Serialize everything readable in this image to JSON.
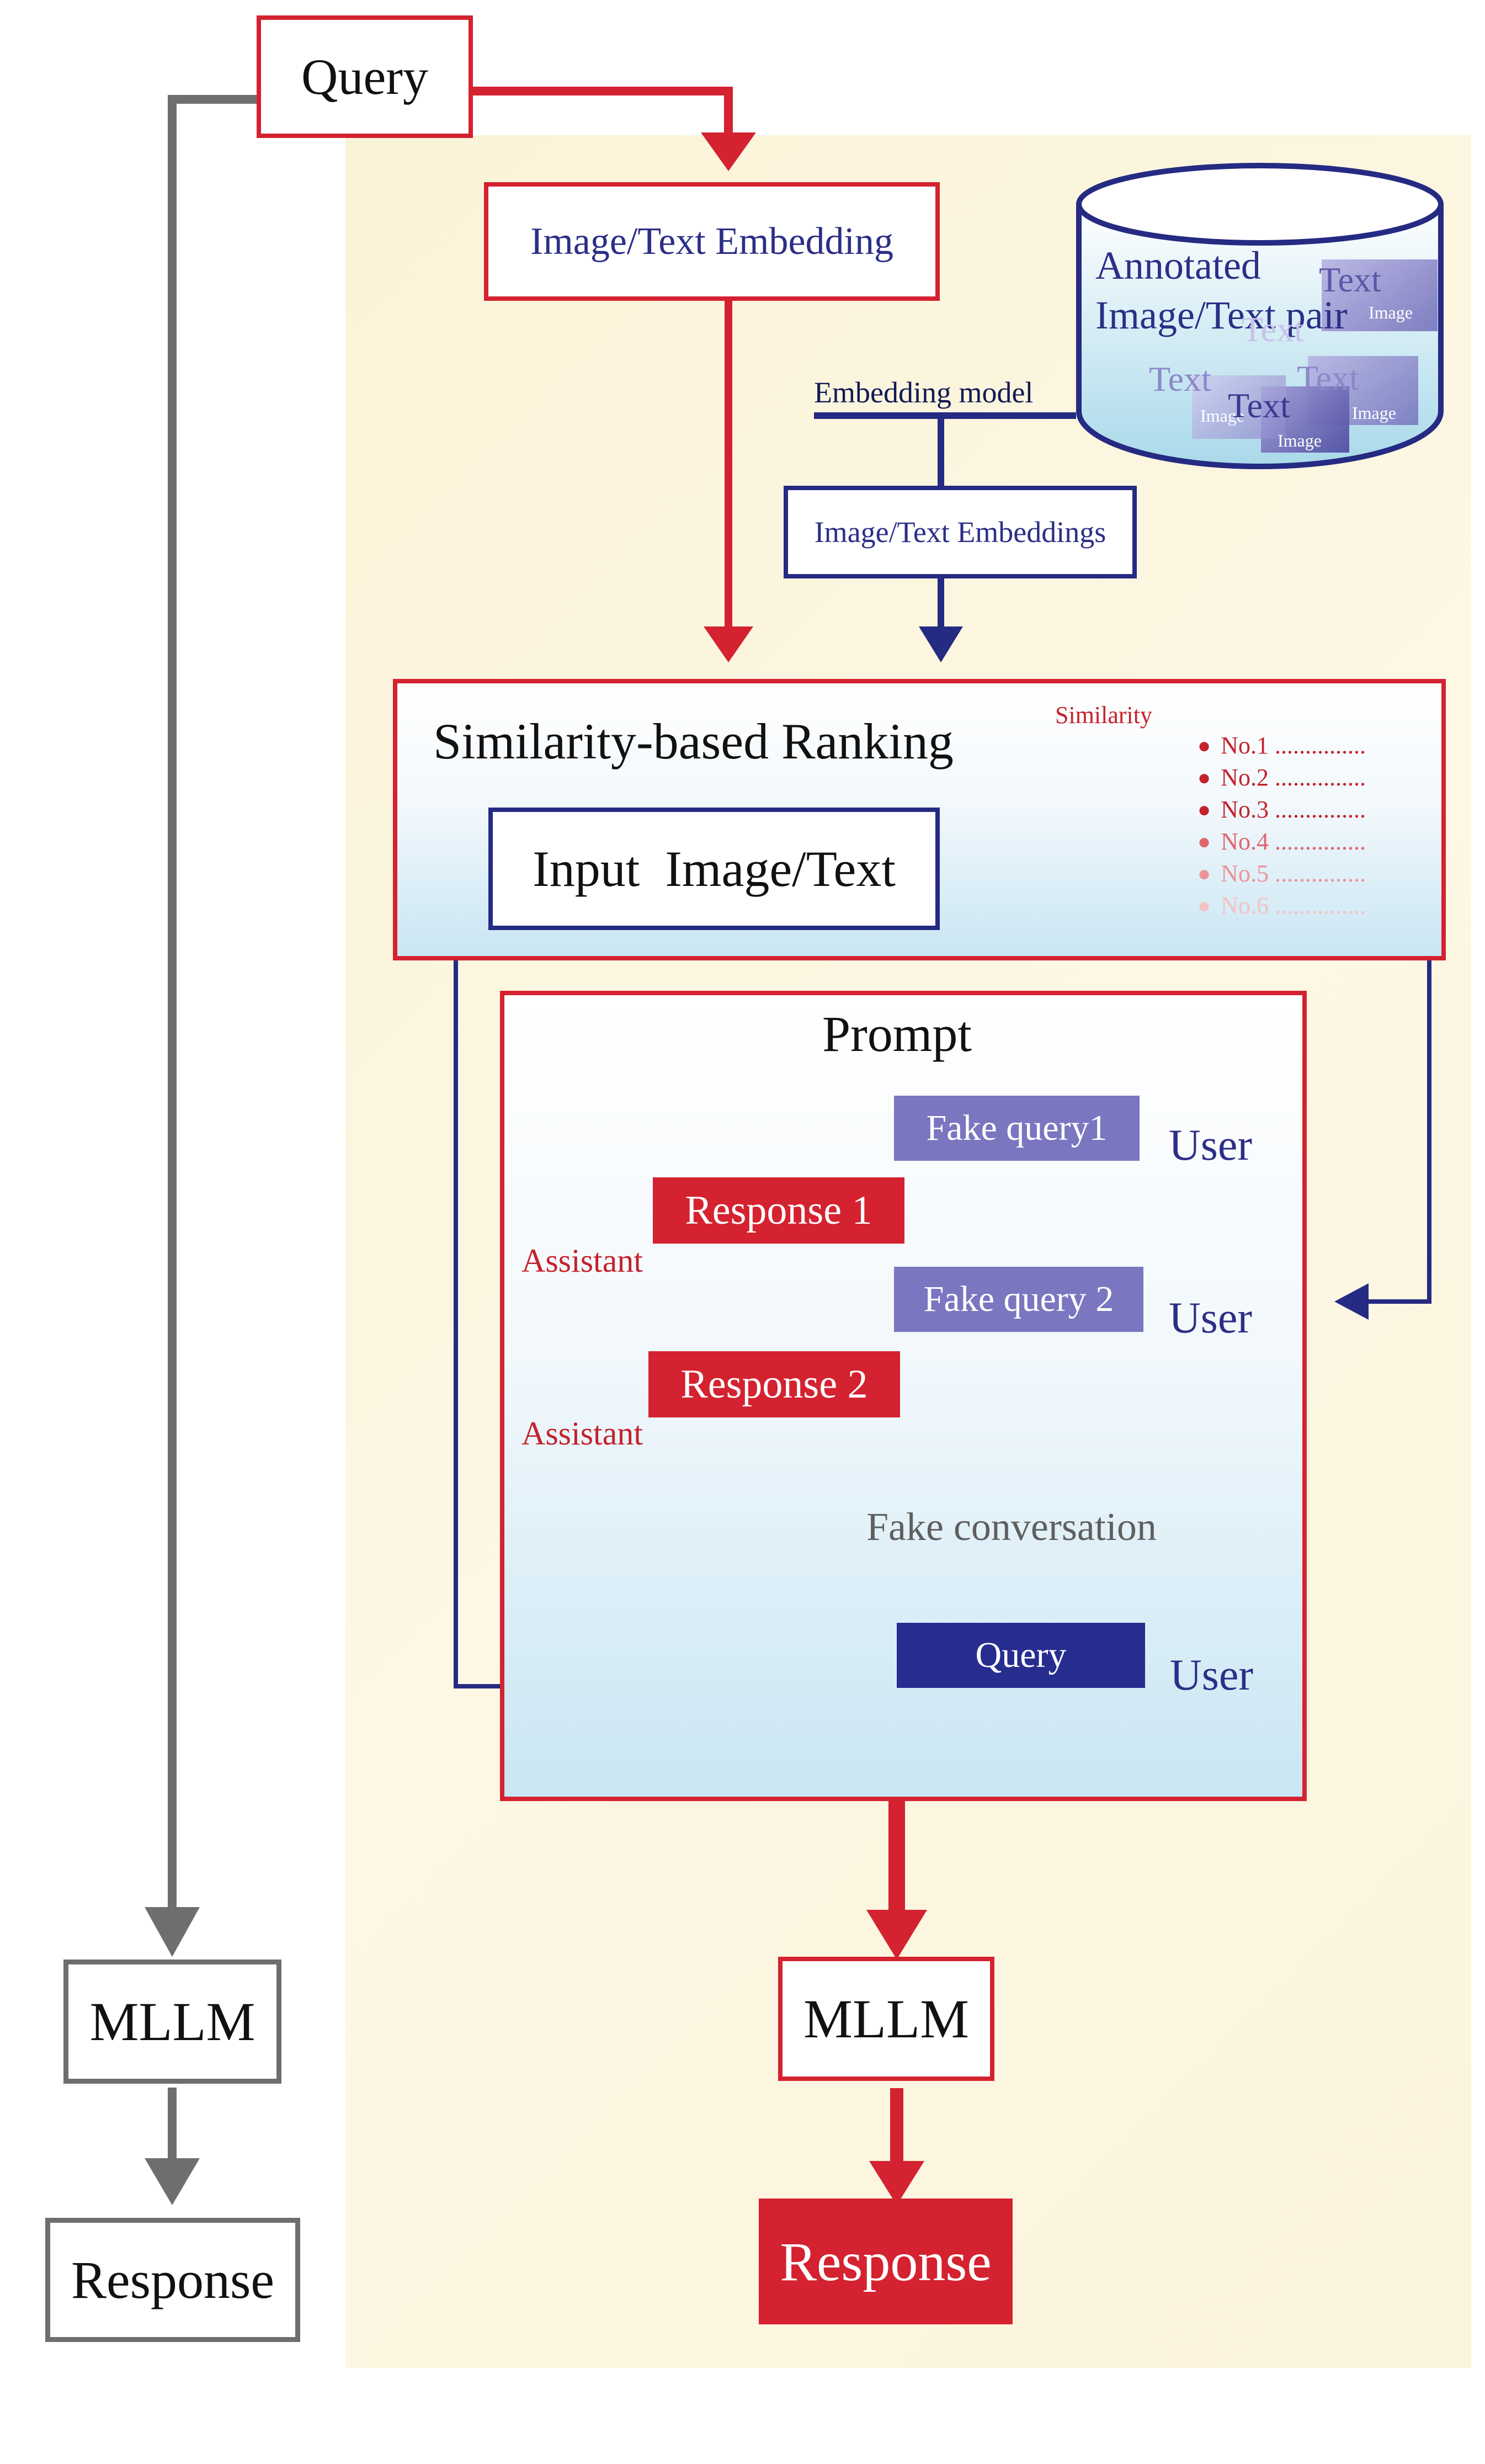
{
  "query_top": "Query",
  "embedding_top": "Image/Text Embedding",
  "database": {
    "title_line1": "Annotated",
    "title_line2": "Image/Text pair",
    "card_text": "Text",
    "card_image": "Image"
  },
  "embedding_model": "Embedding model",
  "embeddings_box": "Image/Text Embeddings",
  "ranking": {
    "title": "Similarity-based Ranking",
    "input": "Input  Image/Text",
    "similarity_label": "Similarity",
    "items": [
      "No.1 ...............",
      "No.2 ...............",
      "No.3 ...............",
      "No.4 ...............",
      "No.5 ...............",
      "No.6 ..............."
    ]
  },
  "prompt": {
    "title": "Prompt",
    "fake_query1": "Fake query1",
    "fake_query2": "Fake query 2",
    "response1": "Response 1",
    "response2": "Response 2",
    "user": "User",
    "assistant": "Assistant",
    "fake_conversation": "Fake conversation",
    "query": "Query"
  },
  "left_mllm": "MLLM",
  "left_response": "Response",
  "right_mllm": "MLLM",
  "right_response": "Response",
  "colors": {
    "red": "#d42230",
    "navy": "#252a82",
    "gray": "#6e6e6e",
    "lavender": "#7a76c0",
    "background": "#fbf3d8"
  }
}
